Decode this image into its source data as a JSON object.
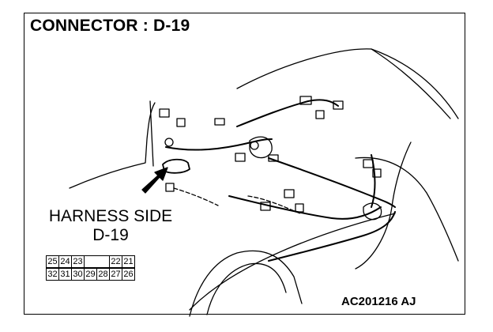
{
  "header": {
    "title": "CONNECTOR : D-19"
  },
  "harness": {
    "line1": "HARNESS SIDE",
    "line2": "D-19"
  },
  "connector": {
    "row1": [
      "25",
      "24",
      "23",
      "",
      "",
      "22",
      "21"
    ],
    "row2": [
      "32",
      "31",
      "30",
      "29",
      "28",
      "27",
      "26"
    ]
  },
  "footer": {
    "code": "AC201216 AJ"
  }
}
